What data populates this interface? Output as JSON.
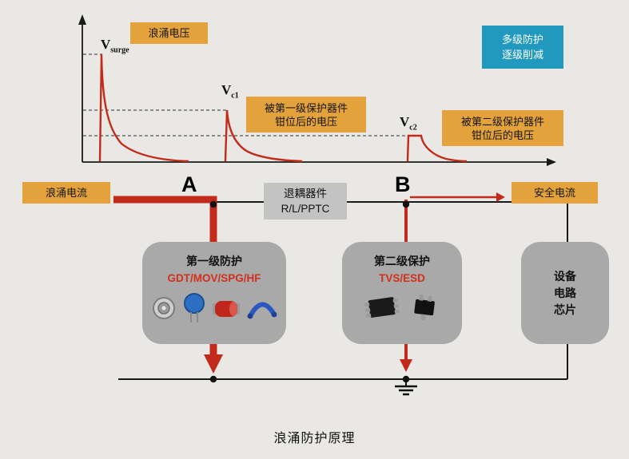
{
  "page_title": "浪涌防护原理",
  "graph": {
    "surge_voltage_label": "浪涌电压",
    "v_surge_main": "V",
    "v_surge_sub": "surge",
    "v_c1_main": "V",
    "v_c1_sub": "c1",
    "v_c2_main": "V",
    "v_c2_sub": "c2",
    "clamp1_line1": "被第一级保护器件",
    "clamp1_line2": "钳位后的电压",
    "clamp2_line1": "被第二级保护器件",
    "clamp2_line2": "钳位后的电压",
    "note_line1": "多级防护",
    "note_line2": "逐级削减"
  },
  "circuit": {
    "surge_current_label": "浪涌电流",
    "safe_current_label": "安全电流",
    "node_a": "A",
    "node_b": "B",
    "decoupling_line1": "退耦器件",
    "decoupling_line2": "R/L/PPTC",
    "stage1_title": "第一级防护",
    "stage1_devices": "GDT/MOV/SPG/HF",
    "stage2_title": "第二级保护",
    "stage2_devices": "TVS/ESD",
    "load_line1": "设备",
    "load_line2": "电路",
    "load_line3": "芯片"
  },
  "colors": {
    "orange": "#e3a23b",
    "blue": "#2199be",
    "red": "#c22b1a",
    "gray_box": "#a9a9a9",
    "decoupling_gray": "#c3c3c3",
    "background": "#e9e8e5"
  }
}
